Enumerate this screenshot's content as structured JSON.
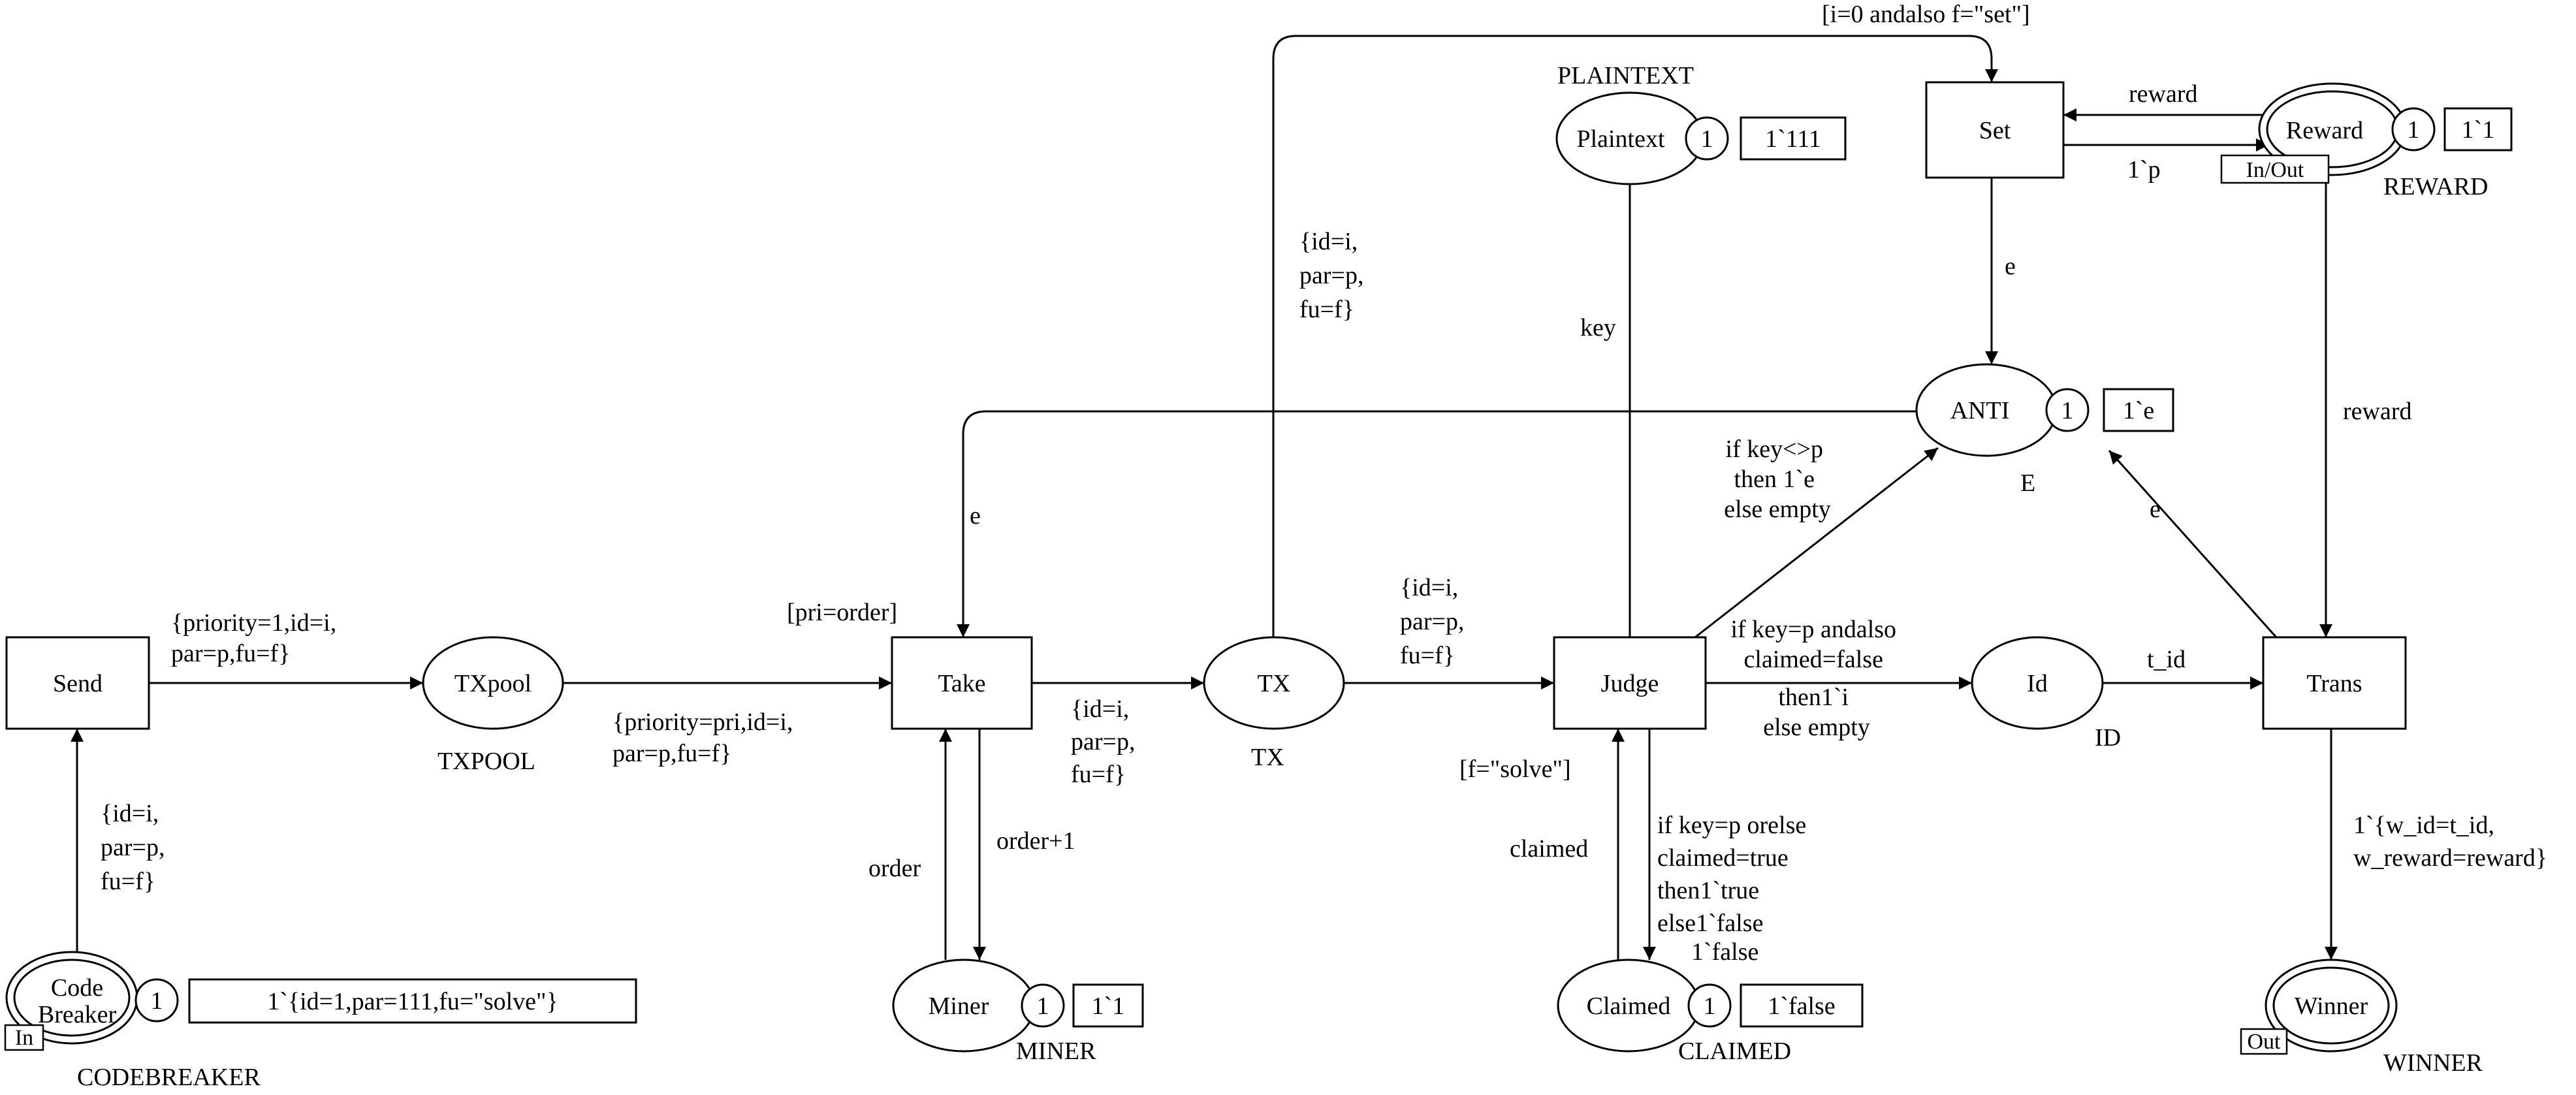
{
  "transitions": {
    "send": "Send",
    "take": "Take",
    "judge": "Judge",
    "set": "Set",
    "trans": "Trans"
  },
  "places": {
    "codebreaker": {
      "name_line1": "Code",
      "name_line2": "Breaker",
      "count": "1",
      "tokens": "1`{id=1,par=111,fu=\"solve\"}",
      "type": "CODEBREAKER",
      "port": "In"
    },
    "txpool": {
      "name": "TXpool",
      "type": "TXPOOL"
    },
    "miner": {
      "name": "Miner",
      "count": "1",
      "tokens": "1`1",
      "type": "MINER"
    },
    "tx": {
      "name": "TX",
      "type": "TX"
    },
    "plaintext": {
      "name": "Plaintext",
      "count": "1",
      "tokens": "1`111",
      "type": "PLAINTEXT"
    },
    "anti": {
      "name": "ANTI",
      "count": "1",
      "tokens": "1`e",
      "type": "E"
    },
    "reward": {
      "name": "Reward",
      "count": "1",
      "tokens": "1`1",
      "type": "REWARD",
      "port": "In/Out"
    },
    "claimed": {
      "name": "Claimed",
      "count": "1",
      "tokens": "1`false",
      "type": "CLAIMED"
    },
    "id": {
      "name": "Id",
      "type": "ID"
    },
    "winner": {
      "name": "Winner",
      "type": "WINNER",
      "port": "Out"
    }
  },
  "guards": {
    "take": "[pri=order]",
    "set": "[i=0 andalso f=\"set\"]",
    "judge": "[f=\"solve\"]"
  },
  "arcs": {
    "send_txpool": [
      "{priority=1,id=i,",
      "par=p,fu=f}"
    ],
    "txpool_take": [
      "{priority=pri,id=i,",
      "par=p,fu=f}"
    ],
    "codebreaker_send": [
      "{id=i,",
      "par=p,",
      "fu=f}"
    ],
    "take_tx": [
      "{id=i,",
      "par=p,",
      "fu=f}"
    ],
    "tx_set": [
      "{id=i,",
      "par=p,",
      "fu=f}"
    ],
    "tx_judge": [
      "{id=i,",
      "par=p,",
      "fu=f}"
    ],
    "miner_take": "order",
    "take_miner": "order+1",
    "anti_take": "e",
    "judge_plaintext": "key",
    "judge_anti": [
      "if key<>p",
      "then 1`e",
      "else empty"
    ],
    "judge_id": [
      "if key=p andalso",
      "claimed=false",
      "then1`i",
      "else empty"
    ],
    "claimed_judge": "claimed",
    "judge_claimed": [
      "if key=p orelse",
      "claimed=true",
      "then1`true",
      "else1`false",
      "1`false"
    ],
    "set_reward": "reward",
    "reward_set": "1`p",
    "set_anti": "e",
    "trans_anti": "e",
    "reward_trans": "reward",
    "id_trans": "t_id",
    "trans_winner": [
      "1`{w_id=t_id,",
      "w_reward=reward}"
    ]
  }
}
